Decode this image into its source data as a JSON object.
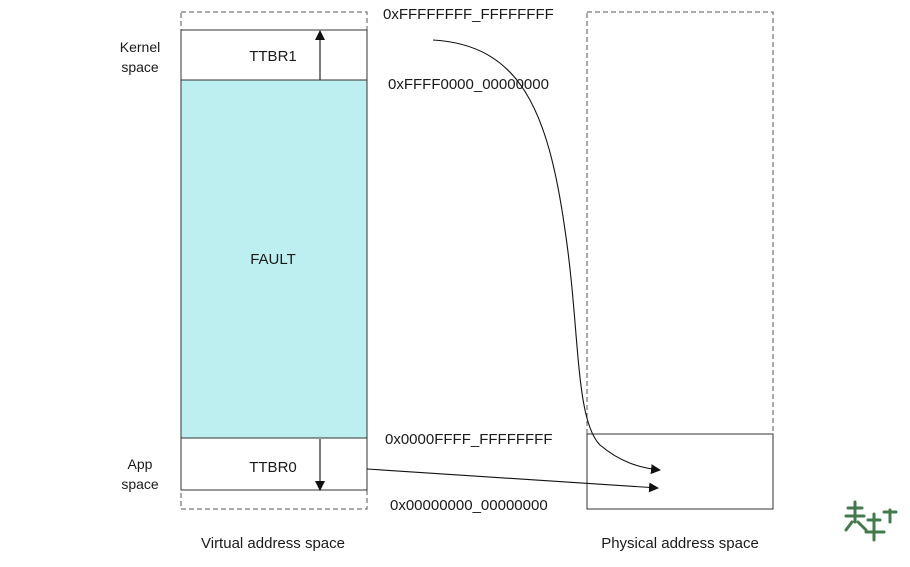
{
  "virtual_space": {
    "caption": "Virtual address space",
    "kernel_label_line1": "Kernel",
    "kernel_label_line2": "space",
    "app_label_line1": "App",
    "app_label_line2": "space",
    "ttbr1_label": "TTBR1",
    "fault_label": "FAULT",
    "ttbr0_label": "TTBR0"
  },
  "addresses": {
    "top": "0xFFFFFFFF_FFFFFFFF",
    "kernel_base": "0xFFFF0000_00000000",
    "user_top": "0x0000FFFF_FFFFFFFF",
    "bottom": "0x00000000_00000000"
  },
  "physical_space": {
    "caption": "Physical address space"
  },
  "colors": {
    "fault_fill": "#bdeff0"
  },
  "watermark": {
    "logo_text": "梦涵",
    "icon": "logo-seal-icon"
  }
}
